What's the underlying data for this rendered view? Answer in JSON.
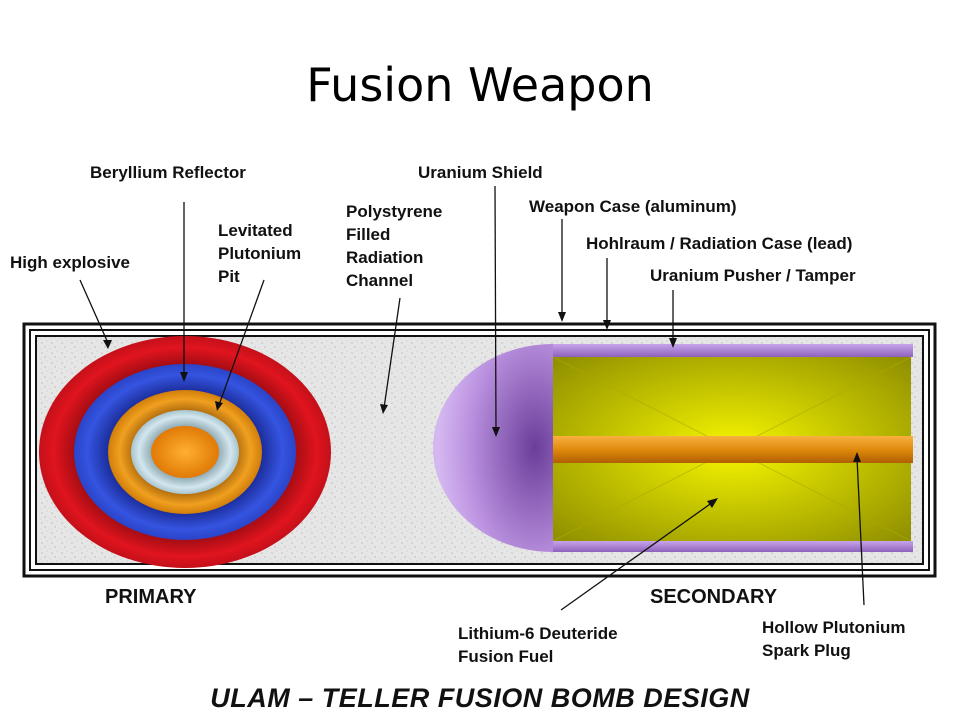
{
  "slide": {
    "title": "Fusion Weapon"
  },
  "labels": {
    "high_explosive": "High explosive",
    "beryllium_reflector": "Beryllium Reflector",
    "levitated_pit": [
      "Levitated",
      "Plutonium",
      "Pit"
    ],
    "polystyrene": [
      "Polystyrene",
      "Filled",
      "Radiation",
      "Channel"
    ],
    "uranium_shield": "Uranium Shield",
    "weapon_case": "Weapon Case (aluminum)",
    "hohlraum": "Hohlraum / Radiation Case (lead)",
    "uranium_pusher": "Uranium Pusher / Tamper",
    "primary": "PRIMARY",
    "secondary": "SECONDARY",
    "lithium_fuel": [
      "Lithium-6 Deuteride",
      "Fusion Fuel"
    ],
    "spark_plug": [
      "Hollow Plutonium",
      "Spark Plug"
    ]
  },
  "footer": {
    "caption": "ULAM – TELLER FUSION BOMB DESIGN"
  },
  "colors": {
    "high_explosive": "#d8141c",
    "beryllium": "#2b48d4",
    "plutonium_ring": "#e0880c",
    "pit_ring": "#a9cbd6",
    "core": "#f08a10",
    "purple": "#b58bd8",
    "fuel_yellow": "#d8d800",
    "spark_orange": "#e8900e",
    "channel_gray": "#e4e4e4"
  }
}
